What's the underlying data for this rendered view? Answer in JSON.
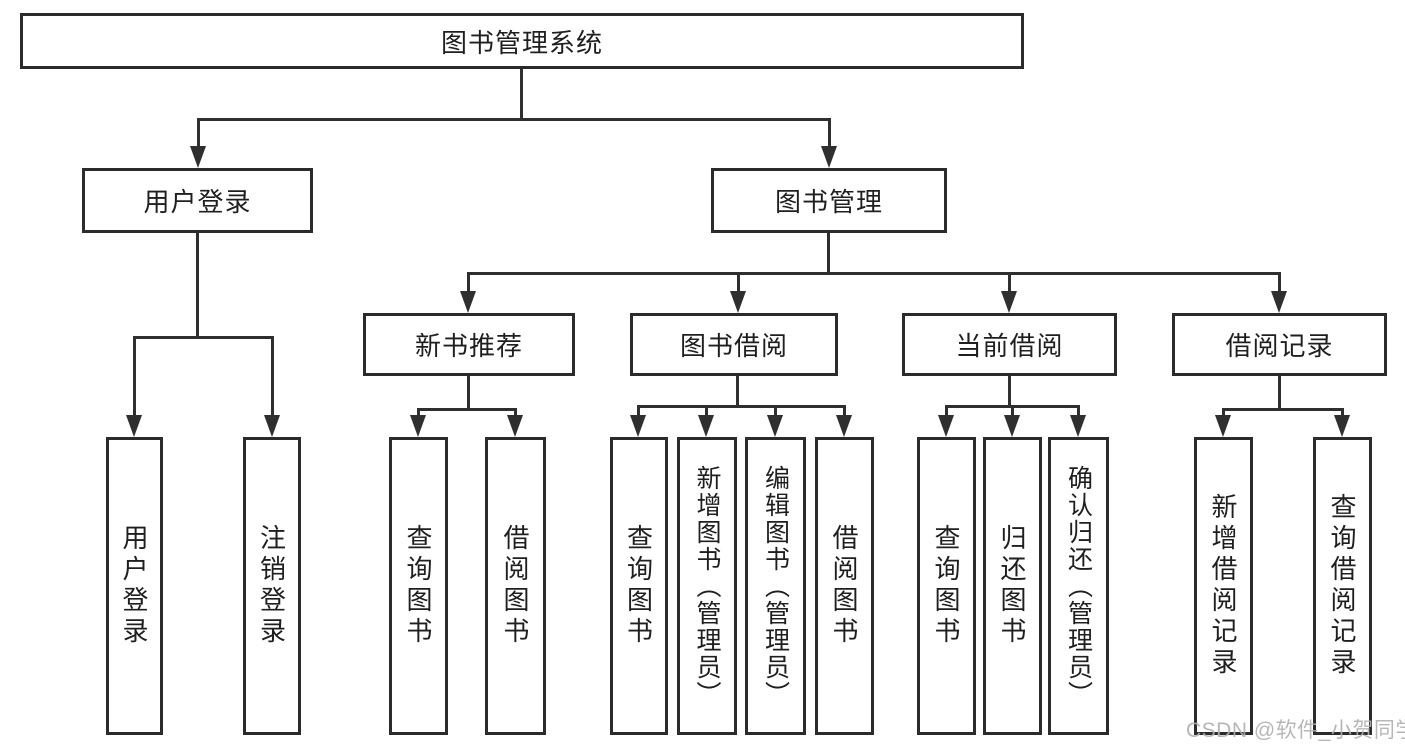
{
  "diagram": {
    "root": {
      "label": "图书管理系统"
    },
    "level2": [
      {
        "id": "user-login",
        "label": "用户登录"
      },
      {
        "id": "book-management",
        "label": "图书管理"
      }
    ],
    "level3": [
      {
        "id": "new-book-recommend",
        "label": "新书推荐"
      },
      {
        "id": "book-borrow",
        "label": "图书借阅"
      },
      {
        "id": "current-borrow",
        "label": "当前借阅"
      },
      {
        "id": "borrow-record",
        "label": "借阅记录"
      }
    ],
    "leaves": {
      "user_login": [
        "用户登录",
        "注销登录"
      ],
      "new_book_recommend": [
        "查询图书",
        "借阅图书"
      ],
      "book_borrow": [
        "查询图书",
        "新增图书（管理员）",
        "编辑图书（管理员）",
        "借阅图书"
      ],
      "current_borrow": [
        "查询图书",
        "归还图书",
        "确认归还（管理员）"
      ],
      "borrow_record": [
        "新增借阅记录",
        "查询借阅记录"
      ]
    }
  },
  "watermark": {
    "text": "CSDN @软件_小贺同学"
  },
  "colors": {
    "line": "#2f2f2f",
    "box_border": "#2b2b2b",
    "text": "#1f1f1f",
    "background": "#ffffff",
    "watermark": "#b0b0b0"
  }
}
